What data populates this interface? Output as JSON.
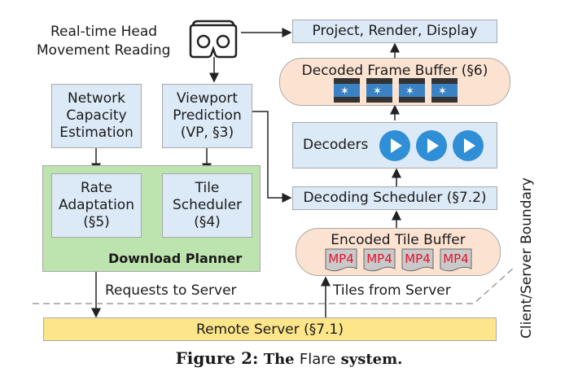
{
  "diagram": {
    "head_movement_label_line1": "Real-time Head",
    "head_movement_label_line2": "Movement Reading",
    "vr_headset_icon": "vr-headset-icon",
    "project_render_display": "Project, Render, Display",
    "decoded_frame_buffer": "Decoded Frame Buffer (§6)",
    "decoded_frames": [
      "frame",
      "frame",
      "frame",
      "frame"
    ],
    "decoders_label": "Decoders",
    "decoders": [
      "play",
      "play",
      "play"
    ],
    "decoding_scheduler": "Decoding Scheduler (§7.2)",
    "encoded_tile_buffer": "Encoded Tile Buffer",
    "encoded_tiles": [
      "MP4",
      "MP4",
      "MP4",
      "MP4"
    ],
    "network_capacity": {
      "line1": "Network",
      "line2": "Capacity",
      "line3": "Estimation"
    },
    "viewport_prediction": {
      "line1": "Viewport",
      "line2": "Prediction",
      "line3": "(VP, §3)"
    },
    "rate_adaptation": {
      "line1": "Rate",
      "line2": "Adaptation",
      "line3": "(§5)"
    },
    "tile_scheduler": {
      "line1": "Tile",
      "line2": "Scheduler",
      "line3": "(§4)"
    },
    "download_planner": "Download Planner",
    "requests_to_server": "Requests to Server",
    "tiles_from_server": "Tiles from Server",
    "remote_server": "Remote Server (§7.1)",
    "boundary_label": "Client/Server Boundary",
    "colors": {
      "module_fill": "#dce9f6",
      "planner_fill": "#bde3ae",
      "buffer_fill": "#fce3d1",
      "server_fill": "#fde58a",
      "play_blue": "#2f8fd6",
      "mp4_red": "#e8112d"
    }
  },
  "caption": {
    "prefix": "Figure 2:",
    "part1": " The ",
    "name": "Flare",
    "part2": " system."
  }
}
